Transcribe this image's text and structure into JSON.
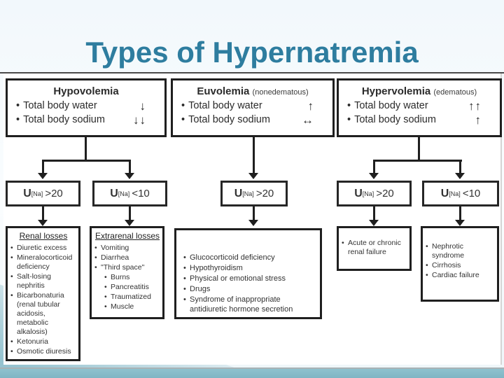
{
  "title": "Types of Hypernatremia",
  "colors": {
    "title_accent": "#2e7d9f",
    "footer_bar": "#7fb5c4",
    "box_border": "#1f1f1f"
  },
  "flowchart": {
    "top_boxes": [
      {
        "heading": "Hypovolemia",
        "qualifier": "",
        "rows": [
          {
            "bullet": "•",
            "label": "Total body water",
            "arrows": "↓"
          },
          {
            "bullet": "•",
            "label": "Total body sodium",
            "arrows": "↓↓"
          }
        ]
      },
      {
        "heading": "Euvolemia",
        "qualifier": "(nonedematous)",
        "rows": [
          {
            "bullet": "•",
            "label": "Total body water",
            "arrows": "↑"
          },
          {
            "bullet": "•",
            "label": "Total body sodium",
            "arrows": "↔"
          }
        ]
      },
      {
        "heading": "Hypervolemia",
        "qualifier": "(edematous)",
        "rows": [
          {
            "bullet": "•",
            "label": "Total body water",
            "arrows": "↑↑"
          },
          {
            "bullet": "•",
            "label": "Total body sodium",
            "arrows": "↑"
          }
        ]
      }
    ],
    "una_boxes": [
      {
        "symbol": "U",
        "subscript": "[Na]",
        "value": ">20"
      },
      {
        "symbol": "U",
        "subscript": "[Na]",
        "value": "<10"
      },
      {
        "symbol": "U",
        "subscript": "[Na]",
        "value": ">20"
      },
      {
        "symbol": "U",
        "subscript": "[Na]",
        "value": ">20"
      },
      {
        "symbol": "U",
        "subscript": "[Na]",
        "value": "<10"
      }
    ],
    "cause_boxes": [
      {
        "heading": "Renal losses",
        "items": [
          "Diuretic excess",
          "Mineralocorticoid deficiency",
          "Salt-losing nephritis",
          "Bicarbonaturia (renal tubular acidosis, metabolic alkalosis)",
          "Ketonuria",
          "Osmotic diuresis"
        ]
      },
      {
        "heading": "Extrarenal losses",
        "items": [
          "Vomiting",
          "Diarrhea",
          "\"Third space\""
        ],
        "subitems": [
          "Burns",
          "Pancreatitis",
          "Traumatized",
          "Muscle"
        ]
      },
      {
        "heading": "",
        "items": [
          "Glucocorticoid deficiency",
          "Hypothyroidism",
          "Physical or emotional stress",
          "Drugs",
          "Syndrome of inappropriate antidiuretic hormone secretion"
        ]
      },
      {
        "heading": "",
        "items": [
          "Acute or chronic renal failure"
        ]
      },
      {
        "heading": "",
        "items": [
          "Nephrotic syndrome",
          "Cirrhosis",
          "Cardiac failure"
        ]
      }
    ]
  }
}
